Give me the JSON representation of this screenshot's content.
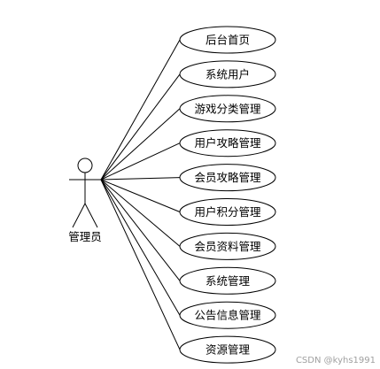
{
  "actor": {
    "label": "管理员",
    "icon": "stick-figure-icon"
  },
  "use_cases": [
    "后台首页",
    "系统用户",
    "游戏分类管理",
    "用户攻略管理",
    "会员攻略管理",
    "用户积分管理",
    "会员资料管理",
    "系统管理",
    "公告信息管理",
    "资源管理"
  ],
  "watermark": "CSDN @kyhs1991",
  "colors": {
    "stroke": "#000000",
    "background": "#ffffff",
    "watermark": "#a0a0a0"
  }
}
